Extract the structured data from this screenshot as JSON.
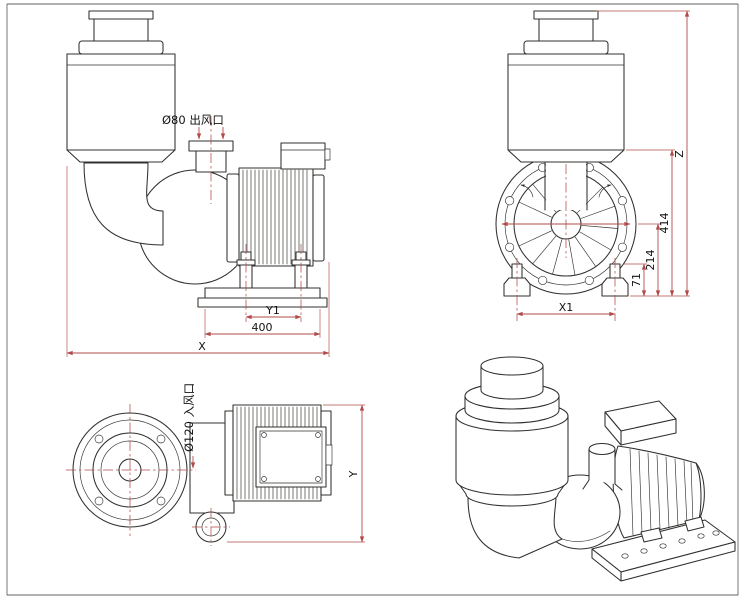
{
  "sheet": {
    "background": "#ffffff",
    "line_color": "#30302e",
    "dimension_color": "#b24a4a"
  },
  "views": {
    "side": {
      "outlet_label": "Ø80 出风口",
      "dim_y1": "Y1",
      "dim_400": "400",
      "dim_x": "X"
    },
    "front": {
      "dim_x1": "X1",
      "dim_71": "71",
      "dim_214": "214",
      "dim_414": "414",
      "dim_z": "Z"
    },
    "top": {
      "inlet_label": "Ø120 入风口",
      "dim_y": "Y"
    }
  }
}
